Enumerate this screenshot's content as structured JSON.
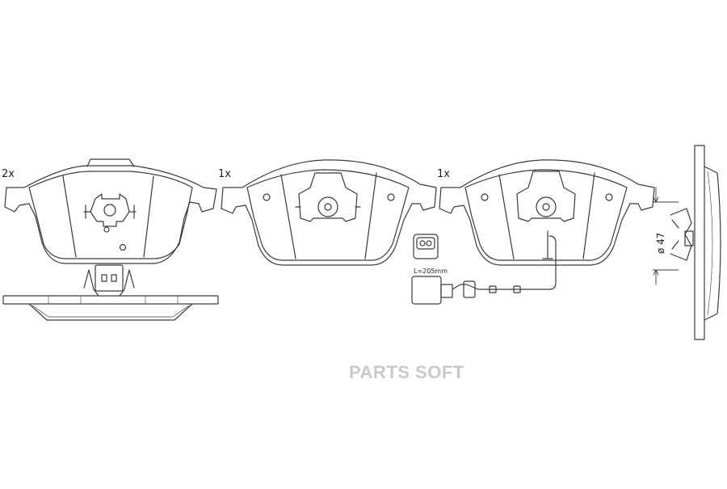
{
  "drawing": {
    "qty_left": "2x",
    "qty_middle": "1x",
    "qty_right": "1x",
    "cable_length_label": "L=205mm",
    "diameter_label": "ø 47"
  },
  "watermark": {
    "text": "PARTS SOFT"
  },
  "colors": {
    "line": "#3a3a3a",
    "watermark": "#c9c9c9"
  }
}
